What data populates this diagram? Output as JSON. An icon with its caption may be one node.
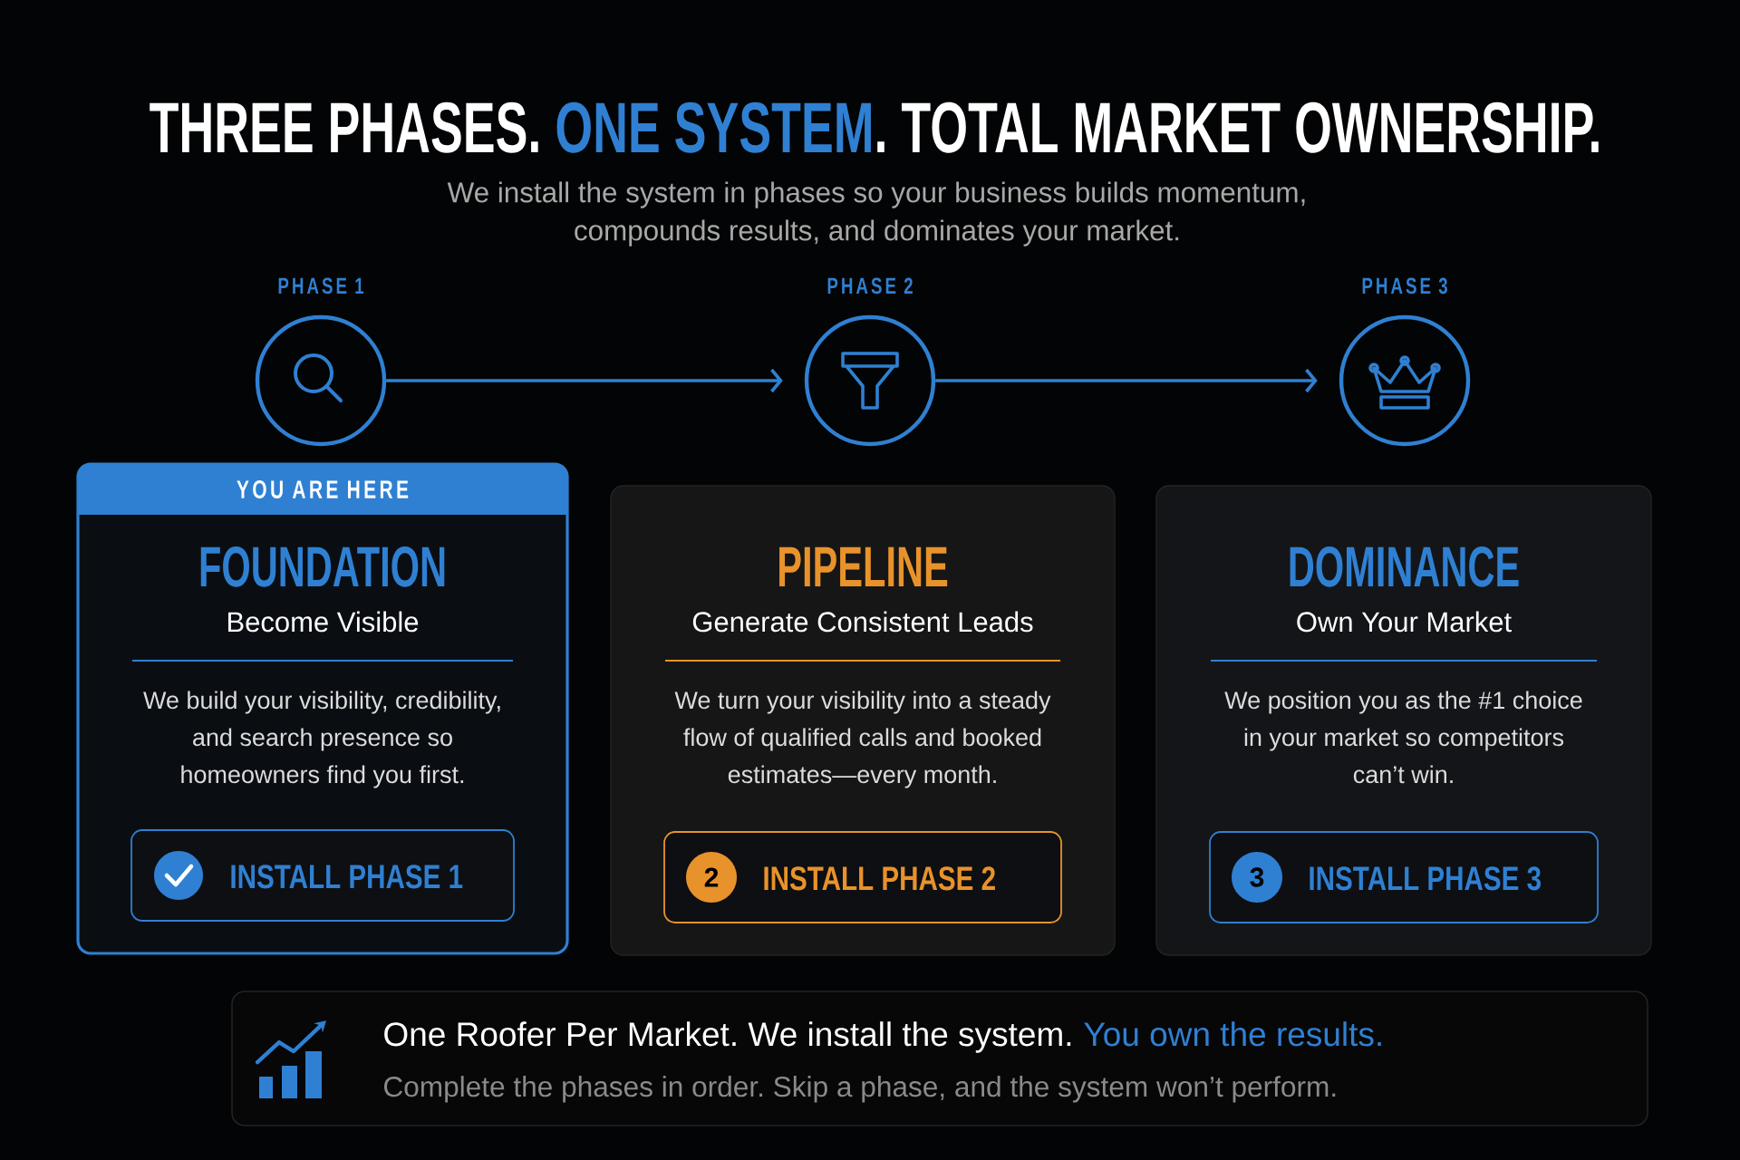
{
  "diagram": {
    "title": "THREE PHASES. **ONE SYSTEM**. TOTAL MARKET OWNERSHIP.",
    "nodes": [
      {
        "text": [
          "PHASE 1"
        ]
      },
      {
        "text": [
          "PHASE 2"
        ]
      },
      {
        "text": [
          "PHASE 3"
        ]
      },
      {
        "text": [
          "FOUNDATION",
          "Become Visible",
          "We build your visibility, credibility, and search presence so homeowners find you first."
        ]
      },
      {
        "text": [
          "YOU ARE HERE"
        ],
        "in": 3
      },
      {
        "text": [
          "INSTALL PHASE 1"
        ],
        "in": 3
      },
      {
        "text": [
          "PIPELINE",
          "Generate Consistent Leads",
          "We turn your visibility into a steady flow of qualified calls and booked estimates—every month."
        ]
      },
      {
        "text": [
          "INSTALL PHASE 2"
        ],
        "in": 6
      },
      {
        "text": [
          "2"
        ],
        "in": 7
      },
      {
        "text": [
          "DOMINANCE",
          "Own Your Market",
          "We position you as the #1 choice in your market so competitors can’t win."
        ]
      },
      {
        "text": [
          "INSTALL PHASE 3"
        ],
        "in": 9
      },
      {
        "text": [
          "3"
        ],
        "in": 10
      },
      {
        "text": [
          "One Roofer Per Market. We install the system.",
          "You own the results.",
          "Complete the phases in order. Skip a phase, and the system won’t perform."
        ]
      }
    ],
    "edges": [
      {
        "from": 0,
        "to": 1,
        "arrow": "to"
      },
      {
        "from": 1,
        "to": 2,
        "arrow": "to"
      }
    ],
    "labels": [
      "We install the system in phases so your business builds momentum, compounds results, and dominates your market."
    ]
  }
}
